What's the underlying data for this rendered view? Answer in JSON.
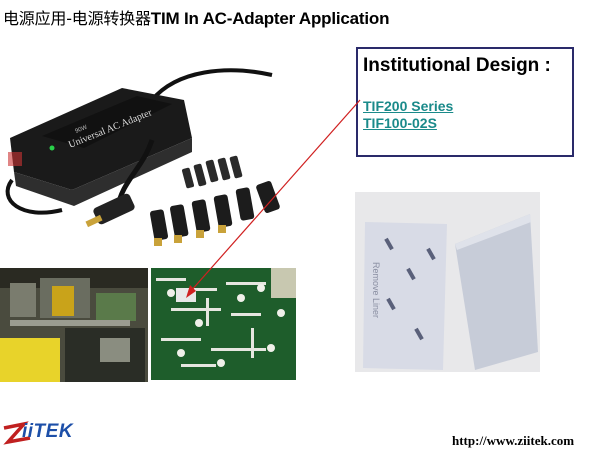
{
  "slide": {
    "title_cn": "电源应用-电源转换器",
    "title_en": "TIM In AC-Adapter Application"
  },
  "design_box": {
    "heading": "Institutional Design :",
    "links": [
      "TIF200 Series",
      "TIF100-02S"
    ]
  },
  "adapter_label": "Universal AC Adapter",
  "adapter_badge": "90W",
  "pad_liner_text": "Remove Liner",
  "brand": {
    "logo_text": "iiTEK",
    "url": "http://www.ziitek.com"
  },
  "colors": {
    "link": "#1a8a8a",
    "box_border": "#2a2a6a",
    "arrow": "#d02020",
    "logo": "#1d4fa8"
  }
}
